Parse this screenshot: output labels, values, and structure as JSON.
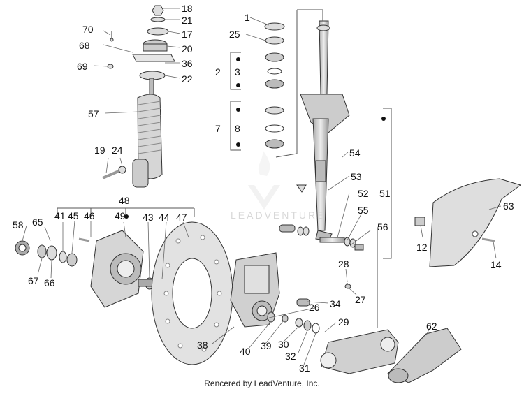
{
  "diagram": {
    "callouts": [
      "18",
      "21",
      "17",
      "20",
      "36",
      "22",
      "70",
      "68",
      "69",
      "57",
      "19",
      "24",
      "48",
      "1",
      "25",
      "2",
      "3",
      "7",
      "8",
      "54",
      "53",
      "52",
      "51",
      "55",
      "56",
      "63",
      "12",
      "14",
      "58",
      "65",
      "41",
      "45",
      "46",
      "49",
      "43",
      "44",
      "47",
      "67",
      "66",
      "28",
      "27",
      "26",
      "34",
      "38",
      "40",
      "39",
      "30",
      "32",
      "31",
      "29",
      "62"
    ],
    "watermark": "LEADVENTURE",
    "footer": "Rencered by LeadVenture, Inc."
  }
}
